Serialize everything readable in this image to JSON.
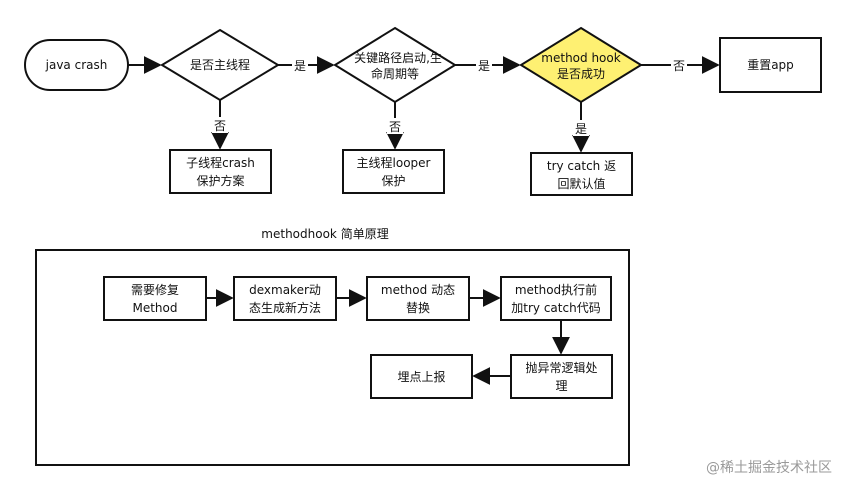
{
  "top_flow": {
    "start": "java crash",
    "decision_main_thread": "是否主线程",
    "sub_thread_box": [
      "子线程crash",
      "保护方案"
    ],
    "decision_key_path": [
      "关键路径启动,生",
      "命周期等"
    ],
    "main_looper_box": [
      "主线程looper",
      "保护"
    ],
    "decision_hook": [
      "method hook",
      "是否成功"
    ],
    "try_catch_box": [
      "try catch 返",
      "回默认值"
    ],
    "reset_box": "重置app",
    "edge_yes": "是",
    "edge_no": "否"
  },
  "bottom_section": {
    "title": "methodhook 简单原理",
    "step1": [
      "需要修复",
      "Method"
    ],
    "step2": [
      "dexmaker动",
      "态生成新方法"
    ],
    "step3": [
      "method 动态",
      "替换"
    ],
    "step4": [
      "method执行前",
      "加try catch代码"
    ],
    "step5": [
      "抛异常逻辑处",
      "理"
    ],
    "step6": "埋点上报"
  },
  "watermark": "@稀土掘金技术社区",
  "colors": {
    "hook_fill": "#fef072",
    "stroke": "#111111"
  }
}
